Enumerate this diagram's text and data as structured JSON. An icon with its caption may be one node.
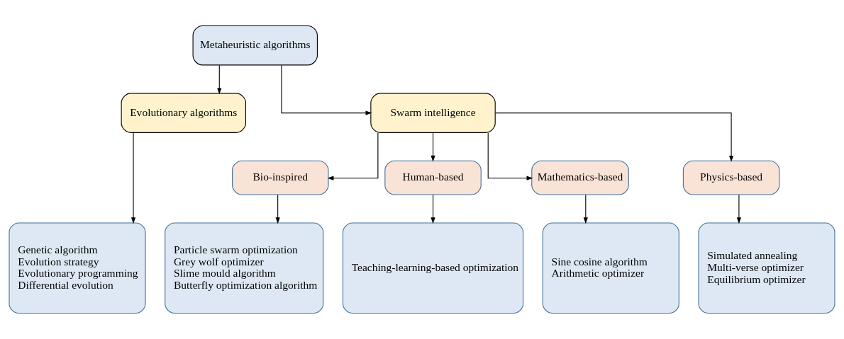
{
  "diagram": {
    "nodes": [
      {
        "text": [
          "Metaheuristic algorithms"
        ]
      },
      {
        "text": [
          "Evolutionary algorithms"
        ]
      },
      {
        "text": [
          "Swarm intelligence"
        ]
      },
      {
        "text": [
          "Bio-inspired"
        ]
      },
      {
        "text": [
          "Human-based"
        ]
      },
      {
        "text": [
          "Mathematics-based"
        ]
      },
      {
        "text": [
          "Physics-based"
        ]
      },
      {
        "text": [
          "Genetic algorithm",
          "Evolution strategy",
          "Evolutionary programming",
          "Differential evolution"
        ]
      },
      {
        "text": [
          "Particle swarm optimization",
          "Grey wolf optimizer",
          "Slime mould algorithm",
          "Butterfly optimization algorithm"
        ]
      },
      {
        "text": [
          "Teaching-learning-based optimization"
        ]
      },
      {
        "text": [
          "Sine cosine algorithm",
          "Arithmetic optimizer"
        ]
      },
      {
        "text": [
          "Simulated annealing",
          "Multi-verse optimizer",
          "Equilibrium optimizer"
        ]
      }
    ],
    "edges": [
      {
        "from": 0,
        "to": 1,
        "arrow": "to"
      },
      {
        "from": 0,
        "to": 2,
        "arrow": "to"
      },
      {
        "from": 1,
        "to": 7,
        "arrow": "to"
      },
      {
        "from": 2,
        "to": 3,
        "arrow": "to"
      },
      {
        "from": 2,
        "to": 4,
        "arrow": "to"
      },
      {
        "from": 2,
        "to": 5,
        "arrow": "to"
      },
      {
        "from": 2,
        "to": 6,
        "arrow": "to"
      },
      {
        "from": 3,
        "to": 8,
        "arrow": "to"
      },
      {
        "from": 4,
        "to": 9,
        "arrow": "to"
      },
      {
        "from": 5,
        "to": 10,
        "arrow": "to"
      },
      {
        "from": 6,
        "to": 11,
        "arrow": "to"
      }
    ]
  }
}
